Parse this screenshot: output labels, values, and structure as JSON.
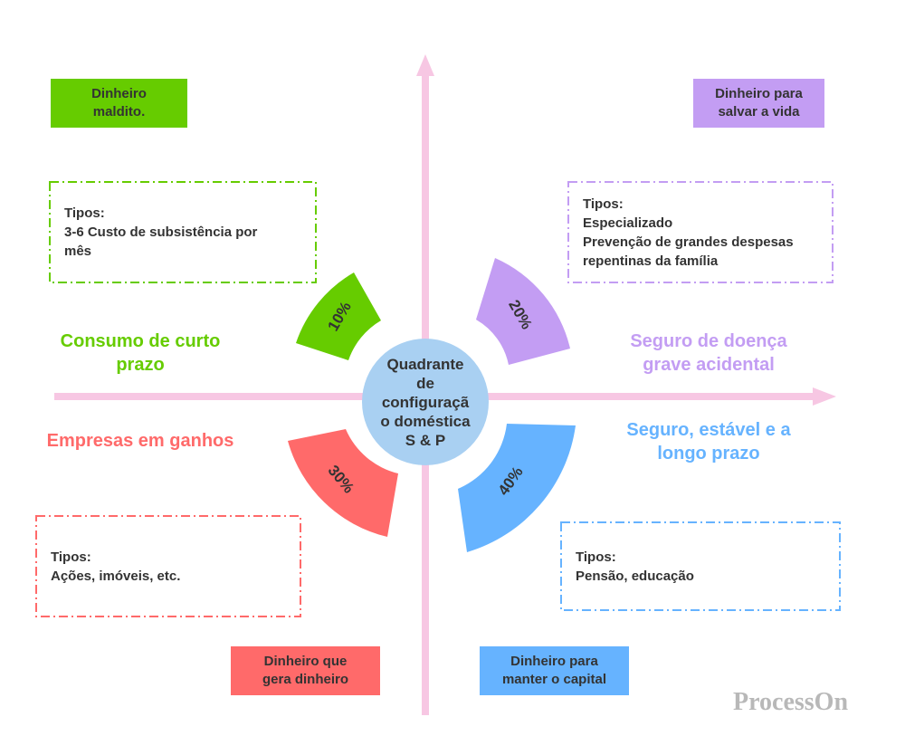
{
  "center": {
    "lines": [
      "Quadrante",
      "de",
      "configuraçã",
      "o doméstica",
      "S & P"
    ]
  },
  "quadrants": {
    "top_left": {
      "tag": [
        "Dinheiro",
        "maldito."
      ],
      "label": [
        "Consumo de curto",
        "prazo"
      ],
      "box": [
        "Tipos:",
        "3-6 Custo de subsistência por",
        "mês"
      ],
      "percent": "10%",
      "color": "#66cc00"
    },
    "top_right": {
      "tag": [
        "Dinheiro para",
        "salvar a vida"
      ],
      "label": [
        "Seguro de doença",
        "grave acidental"
      ],
      "box": [
        "Tipos:",
        "Especializado",
        "Prevenção de grandes despesas",
        "repentinas da família"
      ],
      "percent": "20%",
      "color": "#c39df3"
    },
    "bottom_left": {
      "tag": [
        "Dinheiro que",
        "gera dinheiro"
      ],
      "label": [
        "Empresas em ganhos"
      ],
      "box": [
        "Tipos:",
        "Ações, imóveis, etc."
      ],
      "percent": "30%",
      "color": "#ff6a6a"
    },
    "bottom_right": {
      "tag": [
        "Dinheiro para",
        "manter o capital"
      ],
      "label": [
        "Seguro, estável e a",
        "longo prazo"
      ],
      "box": [
        "Tipos:",
        "Pensão, educação"
      ],
      "percent": "40%",
      "color": "#66b3ff"
    }
  },
  "axis_color": "#f7c7e3",
  "watermark": "ProcessOn"
}
